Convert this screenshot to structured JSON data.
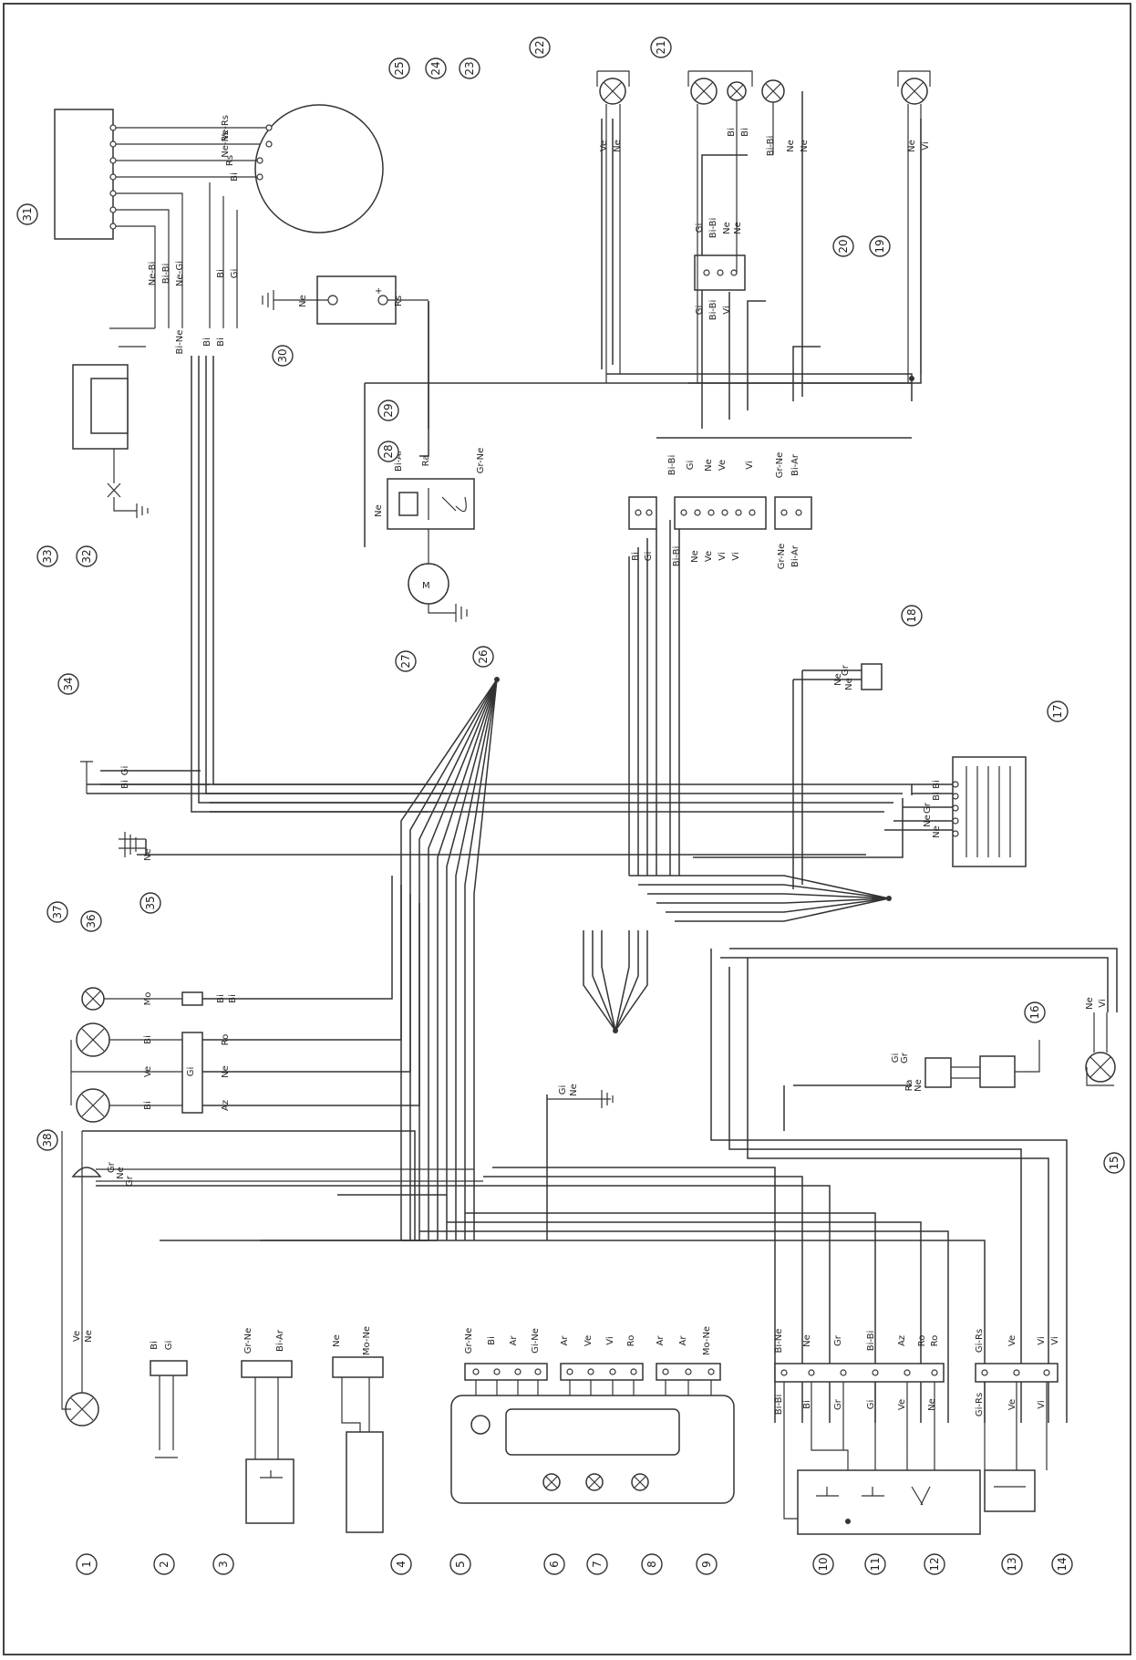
{
  "callouts": [
    "1",
    "2",
    "3",
    "4",
    "5",
    "6",
    "7",
    "8",
    "9",
    "10",
    "11",
    "12",
    "13",
    "14",
    "15",
    "16",
    "17",
    "18",
    "19",
    "20",
    "21",
    "22",
    "23",
    "24",
    "25",
    "26",
    "27",
    "28",
    "29",
    "30",
    "31",
    "32",
    "33",
    "34",
    "35",
    "36",
    "37",
    "38"
  ],
  "wire_labels": {
    "bottom_left_light": [
      "Ve",
      "Ne"
    ],
    "sw2": [
      "Bi",
      "Gi"
    ],
    "sw3": [
      "Gr-Ne",
      "Bi-Ar"
    ],
    "sw4": [
      "Ne",
      "Mo-Ne"
    ],
    "dash_row": [
      "Gr-Ne",
      "Bi",
      "Ar",
      "Gi-Ne",
      "Ar",
      "Ve",
      "Vi",
      "Ro",
      "Ar",
      "Ar",
      "Mo-Ne"
    ],
    "right_conn": [
      "Bi-Ne",
      "Ne",
      "Gr",
      "Bi-Bi",
      "Az",
      "Ro",
      "Ro"
    ],
    "right_conn_low": [
      "Bi-Bi",
      "Bi",
      "Gr",
      "Gi",
      "Ve",
      "Ne"
    ],
    "far_right_conn": [
      "Gi-Rs",
      "Ve",
      "Vi",
      "Vi"
    ],
    "far_right_low": [
      "Gi-Rs",
      "Ve",
      "Vi"
    ],
    "lamp36": [
      "Mo",
      "Bi",
      "Bi"
    ],
    "lamp37a": [
      "Bi",
      "Ro"
    ],
    "lamp37b": [
      "Ve",
      "Gi",
      "Ne"
    ],
    "lamp37c": [
      "Bi",
      "Az"
    ],
    "horn38": [
      "Gr",
      "Ne",
      "Gr"
    ],
    "ground35": [
      "Ne"
    ],
    "ground_mid": [
      "Gi",
      "Ne"
    ],
    "sensor34": [
      "Gi",
      "Bi"
    ],
    "reg17": [
      "Bi",
      "Bi",
      "Gr",
      "Ne",
      "Ne"
    ],
    "conn16": [
      "Gi",
      "Gr",
      "Ra",
      "Ne"
    ],
    "lamp15": [
      "Ne",
      "Vi"
    ],
    "conn18": [
      "Gr",
      "Ne",
      "Ne"
    ],
    "starter_relay": [
      "Bi-Ar",
      "Ra",
      "Gr-Ne",
      "Ne"
    ],
    "battery": [
      "Ne",
      "Rs"
    ],
    "alternator": [
      "Ne-Rs",
      "Ve-Rs",
      "Rs",
      "Bi"
    ],
    "cdi31": [
      "Ne-Bi",
      "Bi-Bi",
      "Ne-Gi",
      "Bi",
      "Gi"
    ],
    "cdi_low": [
      "Bi-Ne",
      "Bi",
      "Bi"
    ],
    "central_top": [
      "Bi-Bi",
      "Gi",
      "Ne",
      "Ve",
      "Vi",
      "Gr-Ne",
      "Bi-Ar"
    ],
    "central_bottom": [
      "Bi",
      "Gi",
      "Bi-Bi",
      "Ne",
      "Ve",
      "Vi",
      "Vi",
      "Gr-Ne",
      "Bi-Ar"
    ],
    "lamp22": [
      "Ve",
      "Ne"
    ],
    "lamp21": [
      "Bi",
      "Bi"
    ],
    "lamp20": [
      "Bi-Bi",
      "Ne",
      "Ne"
    ],
    "lamp19": [
      "Ne",
      "Vi"
    ],
    "conn_top_right": [
      "Gi",
      "Bi-Bi",
      "Ne",
      "Ne",
      "Gi",
      "Bi-Bi",
      "Vi"
    ]
  }
}
